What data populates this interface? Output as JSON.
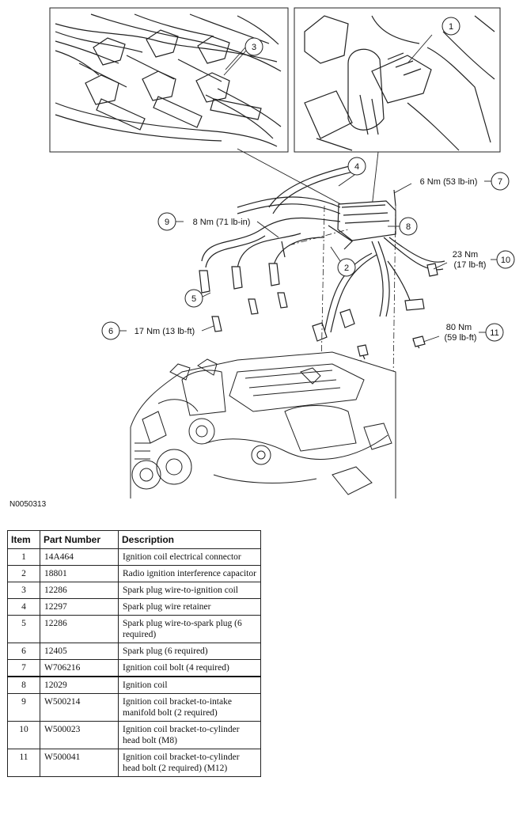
{
  "diagram": {
    "callouts": [
      {
        "number": "1"
      },
      {
        "number": "2"
      },
      {
        "number": "3"
      },
      {
        "number": "4"
      },
      {
        "number": "5",
        "label": ""
      },
      {
        "number": "6",
        "label": "17 Nm (13 lb-ft)"
      },
      {
        "number": "7",
        "label": "6 Nm (53 lb-in)"
      },
      {
        "number": "8"
      },
      {
        "number": "9",
        "label": "8 Nm (71 lb-in)"
      },
      {
        "number": "10",
        "label_line1": "23 Nm",
        "label_line2": "(17 lb-ft)"
      },
      {
        "number": "11",
        "label_line1": "80 Nm",
        "label_line2": "(59 lb-ft)"
      }
    ],
    "figure_id": "N0050313"
  },
  "table": {
    "headers": {
      "item": "Item",
      "part": "Part Number",
      "desc": "Description"
    },
    "rows": [
      {
        "item": "1",
        "part": "14A464",
        "desc": "Ignition coil electrical connector"
      },
      {
        "item": "2",
        "part": "18801",
        "desc": "Radio ignition interference capacitor"
      },
      {
        "item": "3",
        "part": "12286",
        "desc": "Spark plug wire-to-ignition coil"
      },
      {
        "item": "4",
        "part": "12297",
        "desc": "Spark plug wire retainer"
      },
      {
        "item": "5",
        "part": "12286",
        "desc": "Spark plug wire-to-spark plug (6 required)"
      },
      {
        "item": "6",
        "part": "12405",
        "desc": "Spark plug (6 required)"
      },
      {
        "item": "7",
        "part": "W706216",
        "desc": "Ignition coil bolt (4 required)"
      },
      {
        "item": "8",
        "part": "12029",
        "desc": "Ignition coil"
      },
      {
        "item": "9",
        "part": "W500214",
        "desc": "Ignition coil bracket-to-intake manifold bolt (2 required)"
      },
      {
        "item": "10",
        "part": "W500023",
        "desc": "Ignition coil bracket-to-cylinder head bolt (M8)"
      },
      {
        "item": "11",
        "part": "W500041",
        "desc": "Ignition coil bracket-to-cylinder head bolt (2 required) (M12)"
      }
    ]
  }
}
